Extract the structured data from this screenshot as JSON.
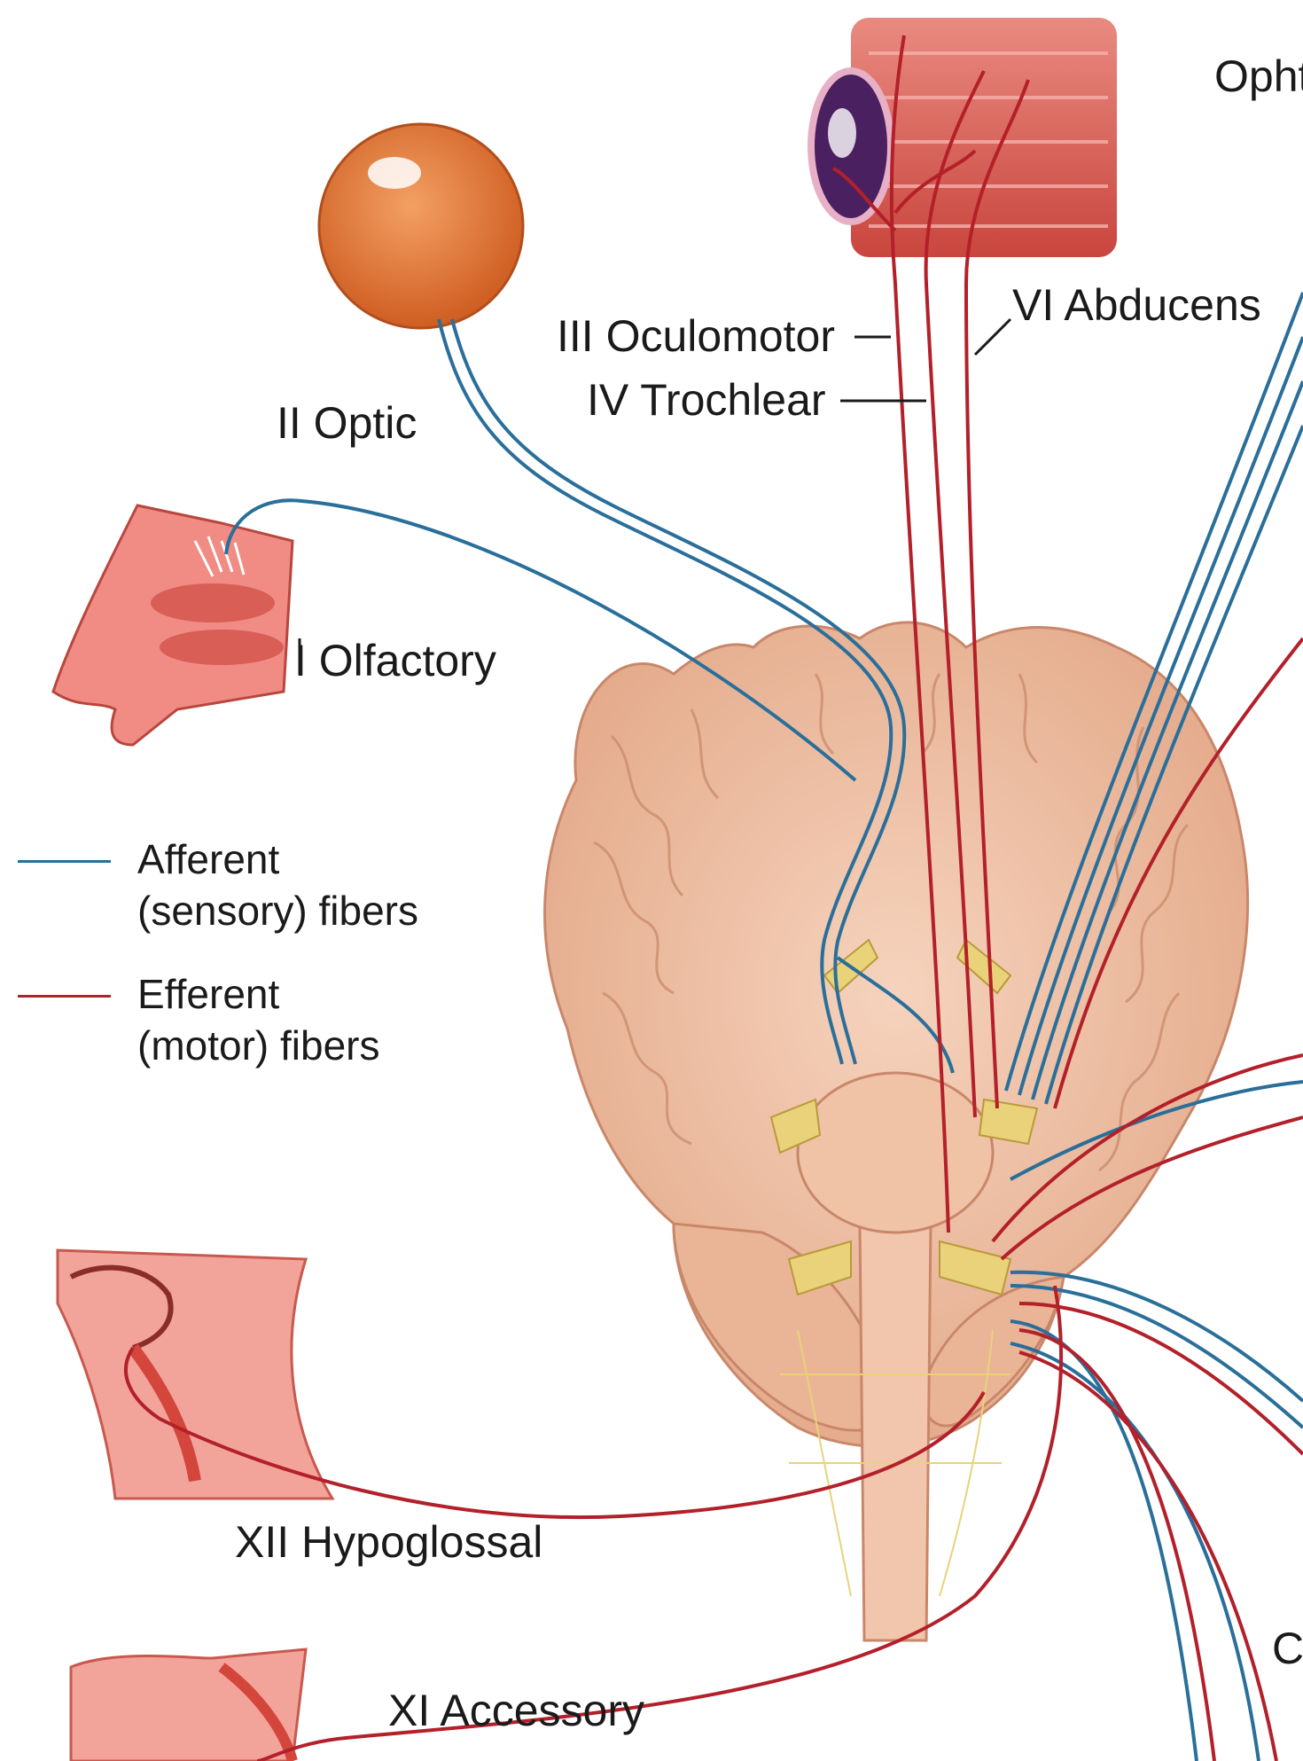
{
  "diagram": {
    "colors": {
      "afferent": "#2a6f9a",
      "efferent": "#b3202a",
      "brain": "#efbd9e",
      "brain_shadow": "#d99a7c",
      "nerve_yellow": "#e9d27a",
      "muscle": "#d9574e",
      "eyeball": "#e8783a"
    },
    "labels": {
      "ophthalmic": "Opht",
      "abducens": "VI  Abducens",
      "oculomotor": "III  Oculomotor",
      "trochlear": "IV  Trochlear",
      "optic": "II  Optic",
      "olfactory": "I  Olfactory",
      "hypoglossal": "XII  Hypoglossal",
      "accessory": "XI  Accessory",
      "cut_right": "C"
    },
    "legend": {
      "afferent_line1": "Afferent",
      "afferent_line2": "(sensory) fibers",
      "efferent_line1": "Efferent",
      "efferent_line2": "(motor) fibers"
    },
    "icons": [
      "eyeball-icon",
      "eye-muscles-icon",
      "nose-icon",
      "brain-icon",
      "tongue-head-icon",
      "neck-muscle-icon"
    ]
  }
}
